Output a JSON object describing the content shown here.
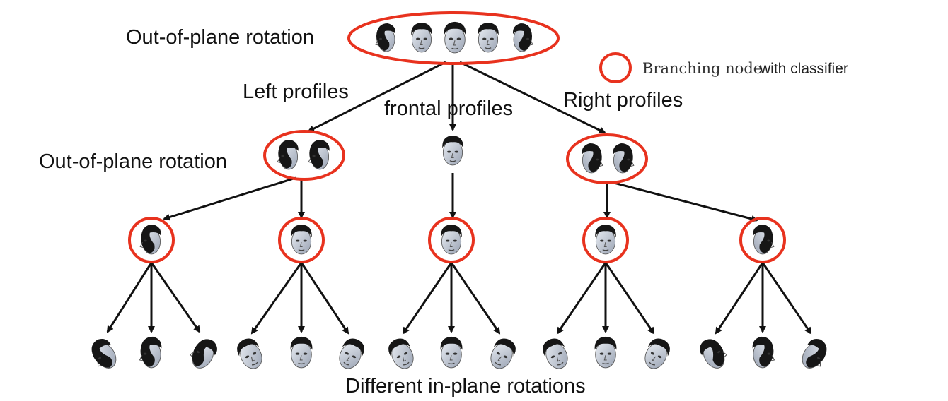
{
  "labels": {
    "top_out_of_plane": "Out-of-plane rotation",
    "left_out_of_plane": "Out-of-plane rotation",
    "left_profiles": "Left profiles",
    "frontal_profiles": "frontal profiles",
    "right_profiles": "Right profiles",
    "in_plane": "Different in-plane rotations"
  },
  "legend": {
    "symbol_text": "Branching node",
    "suffix_text": " with classifier"
  },
  "colors": {
    "node_ring": "#e8321e",
    "arrow": "#111111",
    "hair": "#161616",
    "skin": "#c9d0dc"
  }
}
